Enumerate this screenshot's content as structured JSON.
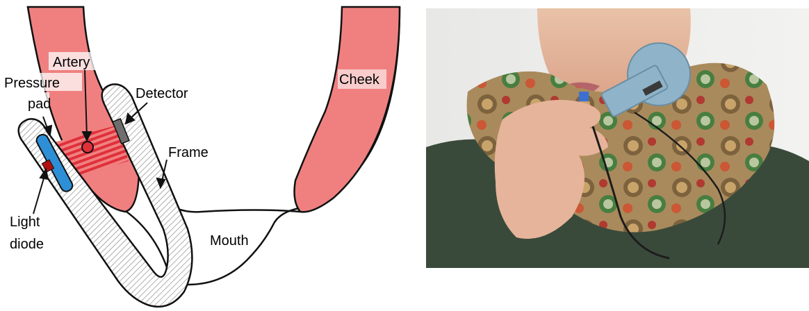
{
  "diagram": {
    "labels": {
      "artery": "Artery",
      "pressure_line1": "Pressure",
      "pressure_line2": "pad",
      "detector": "Detector",
      "cheek": "Cheek",
      "frame": "Frame",
      "light_line1": "Light",
      "light_line2": "diode",
      "mouth": "Mouth"
    },
    "colors": {
      "cheek_tissue": "#f08080",
      "artery_band": "#e0303a",
      "pressure_pad": "#2e8fd6",
      "light_diode": "#b01010",
      "detector": "#6e6e6e",
      "frame_hatch": "#9a9a9a",
      "outline": "#111111"
    }
  },
  "photo": {
    "description_icon": "person-using-cheek-sensor-photo"
  }
}
